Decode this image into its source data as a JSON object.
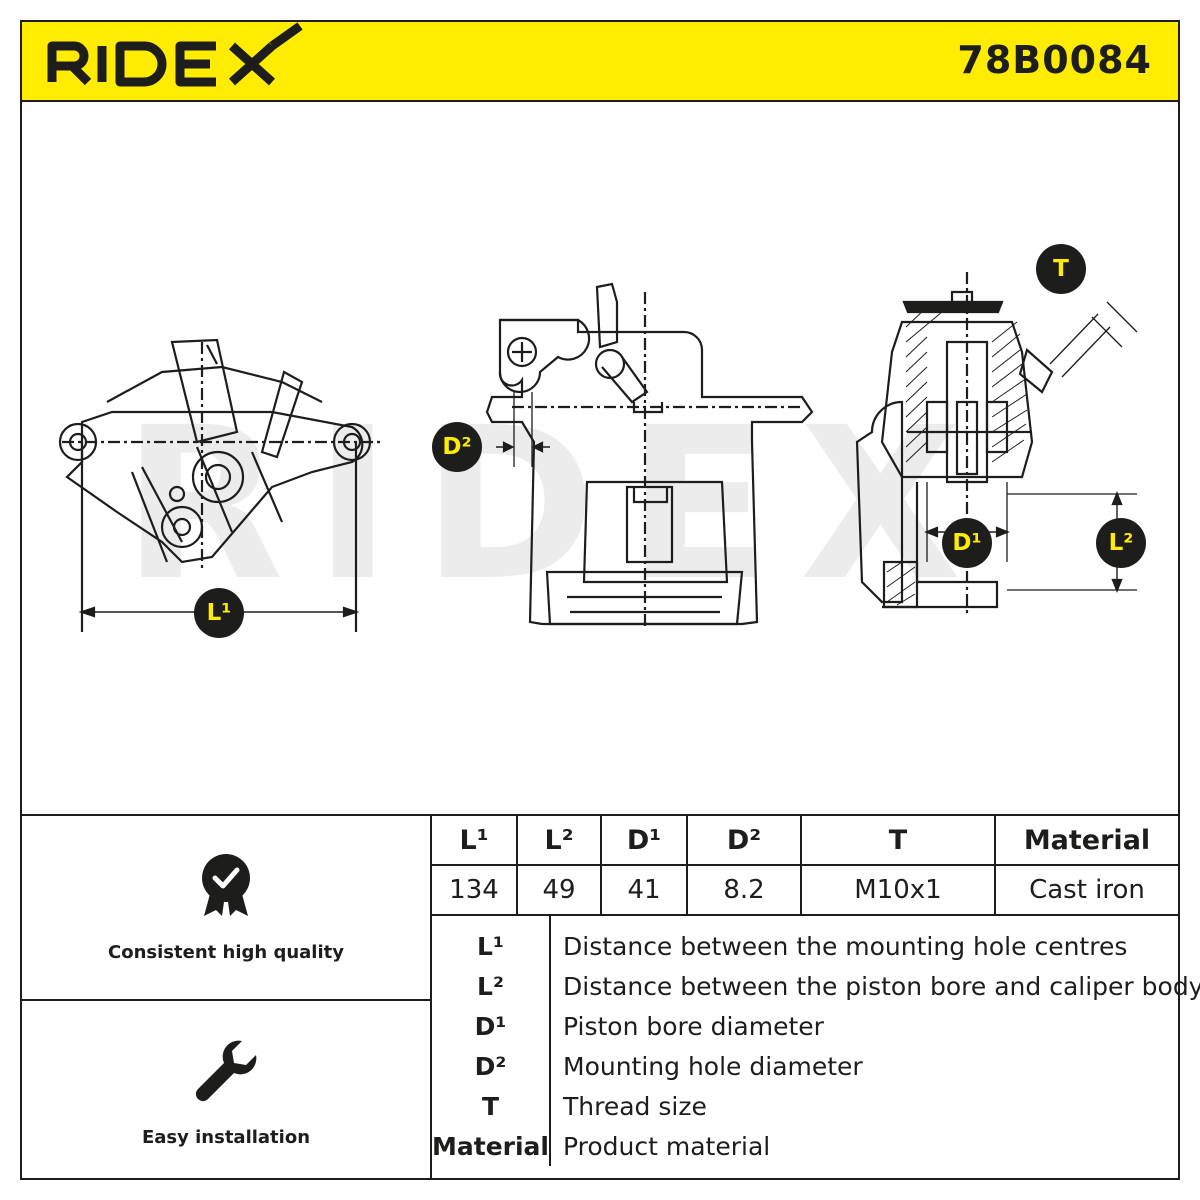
{
  "header": {
    "brand": "RIDEX",
    "part_number": "78B0084",
    "background_color": "#ffec00"
  },
  "drawing": {
    "watermark_text": "RIDEX",
    "callouts": {
      "l1": "L¹",
      "l2": "L²",
      "d1": "D¹",
      "d2": "D²",
      "t": "T"
    }
  },
  "features": [
    {
      "icon": "quality-badge-icon",
      "label": "Consistent high quality"
    },
    {
      "icon": "wrench-icon",
      "label": "Easy installation"
    }
  ],
  "spec_table": {
    "headers": [
      "L¹",
      "L²",
      "D¹",
      "D²",
      "T",
      "Material"
    ],
    "values": [
      "134",
      "49",
      "41",
      "8.2",
      "M10x1",
      "Cast iron"
    ]
  },
  "legend": [
    {
      "symbol": "L¹",
      "description": "Distance between the mounting hole centres"
    },
    {
      "symbol": "L²",
      "description": "Distance between the piston bore and caliper body"
    },
    {
      "symbol": "D¹",
      "description": "Piston bore diameter"
    },
    {
      "symbol": "D²",
      "description": "Mounting hole diameter"
    },
    {
      "symbol": "T",
      "description": "Thread size"
    },
    {
      "symbol": "Material",
      "description": "Product material"
    }
  ]
}
